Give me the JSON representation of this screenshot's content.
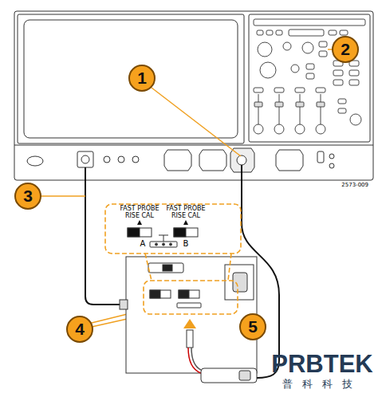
{
  "diagram": {
    "labels": [
      "1",
      "2",
      "3",
      "4",
      "5",
      "2573-009",
      "FAST PROBE RISE CAL",
      "FAST PROBE RISE CAL",
      "A",
      "B",
      "PRBTEK",
      "普科科技"
    ]
  }
}
